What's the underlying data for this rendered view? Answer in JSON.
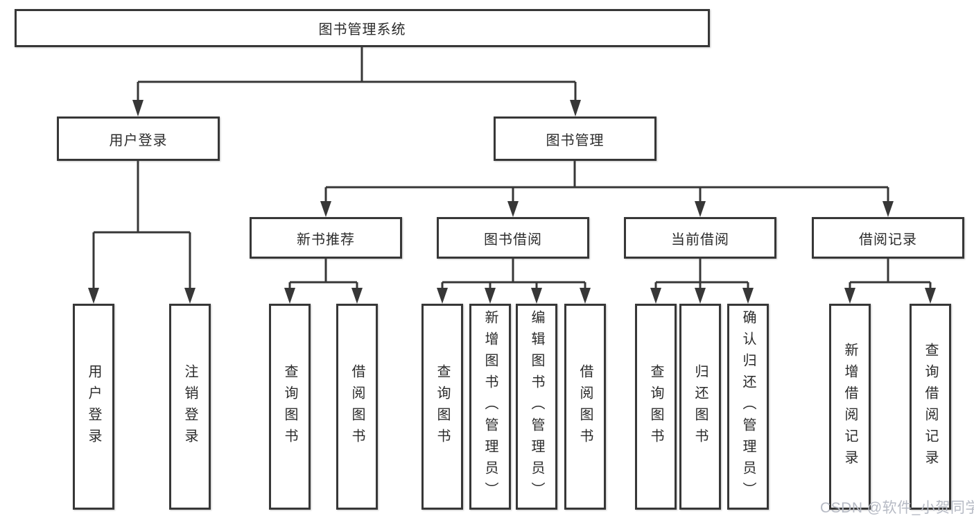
{
  "diagram": {
    "type": "hierarchy-tree",
    "colors": {
      "line": "#373737",
      "box_border": "#373737",
      "text": "#2b2b2b",
      "background": "#ffffff",
      "watermark": "#b6bac4"
    },
    "tree": {
      "root": {
        "label": "图书管理系统"
      },
      "branches": [
        {
          "label": "用户登录",
          "children": [
            {
              "label": "用户登录"
            },
            {
              "label": "注销登录"
            }
          ]
        },
        {
          "label": "图书管理",
          "children": [
            {
              "label": "新书推荐",
              "children": [
                {
                  "label": "查询图书"
                },
                {
                  "label": "借阅图书"
                }
              ]
            },
            {
              "label": "图书借阅",
              "children": [
                {
                  "label": "查询图书"
                },
                {
                  "label": "新增图书（管理员）"
                },
                {
                  "label": "编辑图书（管理员）"
                },
                {
                  "label": "借阅图书"
                }
              ]
            },
            {
              "label": "当前借阅",
              "children": [
                {
                  "label": "查询图书"
                },
                {
                  "label": "归还图书"
                },
                {
                  "label": "确认归还（管理员）"
                }
              ]
            },
            {
              "label": "借阅记录",
              "children": [
                {
                  "label": "新增借阅记录"
                },
                {
                  "label": "查询借阅记录"
                }
              ]
            }
          ]
        }
      ]
    },
    "watermark": "CSDN @软件_小贺同学"
  }
}
